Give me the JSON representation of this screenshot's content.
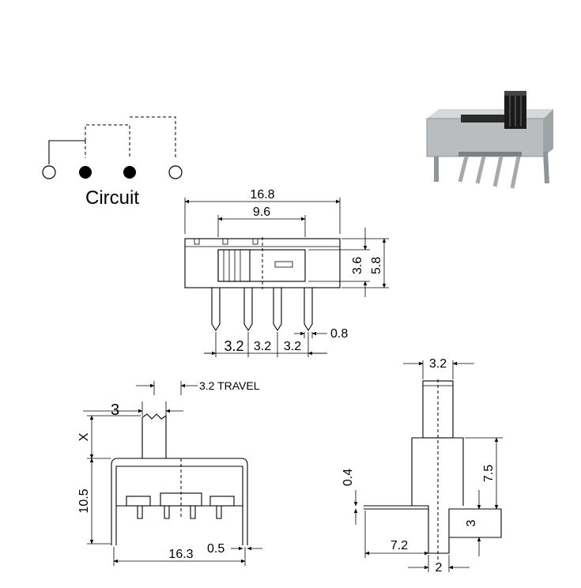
{
  "circuit": {
    "label": "Circuit"
  },
  "top_view": {
    "overall_width": "16.8",
    "slot_width": "9.6",
    "body_height": "5.8",
    "slot_height": "3.6",
    "pin_width": "0.8",
    "pin_pitch_1": "3.2",
    "pin_pitch_2": "3.2",
    "pin_pitch_3": "3.2"
  },
  "front_view": {
    "knob_width": "3",
    "travel": "3.2 TRAVEL",
    "knob_height": "X",
    "body_height": "10.5",
    "body_width": "16.3",
    "leg_width": "0.5"
  },
  "side_view": {
    "knob_width": "3.2",
    "body_height": "7.5",
    "plate_thickness": "0.4",
    "pin_length": "3",
    "body_offset": "7.2",
    "pin_width": "2"
  },
  "colors": {
    "line": "#000000",
    "product_body": "#b9bdbf",
    "product_knob": "#1a1a1a"
  }
}
